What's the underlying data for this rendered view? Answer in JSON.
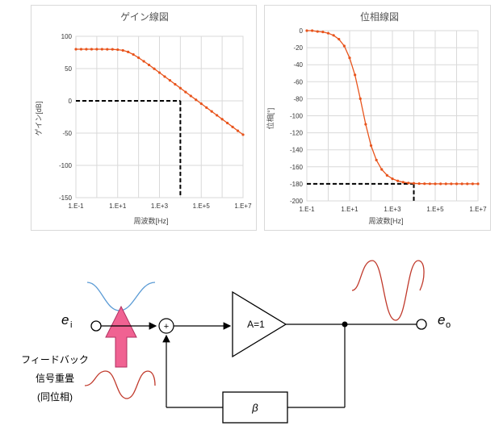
{
  "chart_data": [
    {
      "type": "line",
      "title": "ゲイン線図",
      "xlabel": "周波数[Hz]",
      "ylabel": "ゲイン[dB]",
      "x_scale": "log",
      "xlim": [
        0.1,
        10000000
      ],
      "ylim": [
        -150,
        100
      ],
      "x_ticks": [
        "1.E-1",
        "1.E+1",
        "1.E+3",
        "1.E+5",
        "1.E+7"
      ],
      "y_ticks": [
        "100",
        "50",
        "0",
        "-50",
        "-100",
        "-150"
      ],
      "grid": true,
      "series_color": "#e8541c",
      "series": [
        {
          "x": [
            0.1,
            0.178,
            0.316,
            0.562,
            1,
            1.78,
            3.16,
            5.62,
            10,
            17.8,
            31.6,
            56.2,
            100,
            178,
            316,
            562,
            1000,
            1780,
            3160,
            5620,
            10000,
            17800,
            31600,
            56200,
            100000,
            178000,
            316000,
            562000,
            1000000,
            1780000,
            3160000,
            5620000,
            10000000
          ],
          "y": [
            80,
            80,
            80,
            80,
            80,
            80,
            79.9,
            79.8,
            79.3,
            78.2,
            75.8,
            71.8,
            66.8,
            61.3,
            55.6,
            49.7,
            43.7,
            37.6,
            31.7,
            25.7,
            19.7,
            13.6,
            7.6,
            1.6,
            -4.4,
            -10.4,
            -16.4,
            -22.4,
            -28.4,
            -34.4,
            -40.4,
            -46.4,
            -52.4
          ]
        }
      ],
      "guide": {
        "x": 10000,
        "y": 0,
        "color": "#000000"
      }
    },
    {
      "type": "line",
      "title": "位相線図",
      "xlabel": "周波数[Hz]",
      "ylabel": "位相[°]",
      "x_scale": "log",
      "xlim": [
        0.1,
        10000000
      ],
      "ylim": [
        -200,
        0
      ],
      "x_ticks": [
        "1.E-1",
        "1.E+1",
        "1.E+3",
        "1.E+5",
        "1.E+7"
      ],
      "y_ticks": [
        "0",
        "-20",
        "-40",
        "-60",
        "-80",
        "-100",
        "-120",
        "-140",
        "-160",
        "-180",
        "-200"
      ],
      "grid": true,
      "series_color": "#e8541c",
      "series": [
        {
          "x": [
            0.1,
            0.178,
            0.316,
            0.562,
            1,
            1.78,
            3.16,
            5.62,
            10,
            17.8,
            31.6,
            56.2,
            100,
            178,
            316,
            562,
            1000,
            1780,
            3160,
            5620,
            10000,
            17800,
            31600,
            56200,
            100000,
            178000,
            316000,
            562000,
            1000000,
            1780000,
            3160000,
            5620000,
            10000000
          ],
          "y": [
            0,
            0,
            -1,
            -1.5,
            -3,
            -5.5,
            -10,
            -18,
            -32,
            -52,
            -80,
            -110,
            -135,
            -152,
            -163,
            -170,
            -174,
            -176.5,
            -178,
            -179,
            -179.4,
            -179.7,
            -179.8,
            -179.9,
            -180,
            -180,
            -180,
            -180,
            -180,
            -180,
            -180,
            -180,
            -180
          ]
        }
      ],
      "guide": {
        "x": 10000,
        "y": -180,
        "color": "#000000"
      }
    }
  ],
  "diagram": {
    "input_label": "e",
    "input_sub": "i",
    "output_label": "e",
    "output_sub": "o",
    "amp_label": "A=1",
    "feedback_label": "β",
    "sum_sign": "+",
    "note_lines": [
      "フィードバック",
      "信号重畳",
      "(同位相)"
    ],
    "colors": {
      "input_wave": "#5b9bd5",
      "output_wave": "#c0392b",
      "feedback_wave": "#c0392b",
      "arrow": "#f06292",
      "line": "#000000"
    }
  }
}
